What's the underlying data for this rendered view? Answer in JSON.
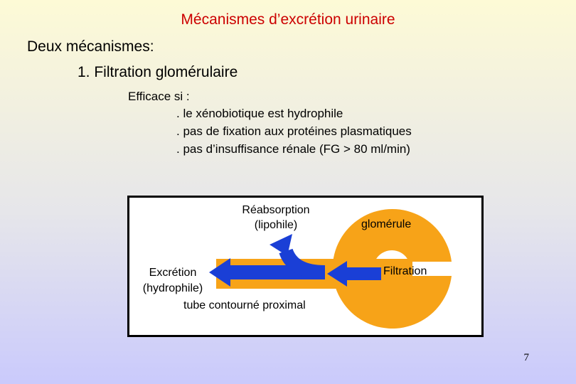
{
  "title": "Mécanismes d’excrétion urinaire",
  "subtitle": "Deux mécanismes:",
  "mechanism1": "1. Filtration glomérulaire",
  "efficace_label": "Efficace si :",
  "conditions": [
    ". le xénobiotique est hydrophile",
    ". pas de fixation aux protéines plasmatiques",
    ". pas d’insuffisance rénale (FG > 80 ml/min)"
  ],
  "diagram": {
    "reabsorption_line1": "Réabsorption",
    "reabsorption_line2": "(lipohile)",
    "glomerule": "glomérule",
    "excretion_line1": "Excrétion",
    "excretion_line2": "(hydrophile)",
    "filtration": "Filtration",
    "tube": "tube contourné proximal",
    "colors": {
      "tube": "#f7a318",
      "arrow": "#1a3fd6"
    }
  },
  "page_number": "7"
}
